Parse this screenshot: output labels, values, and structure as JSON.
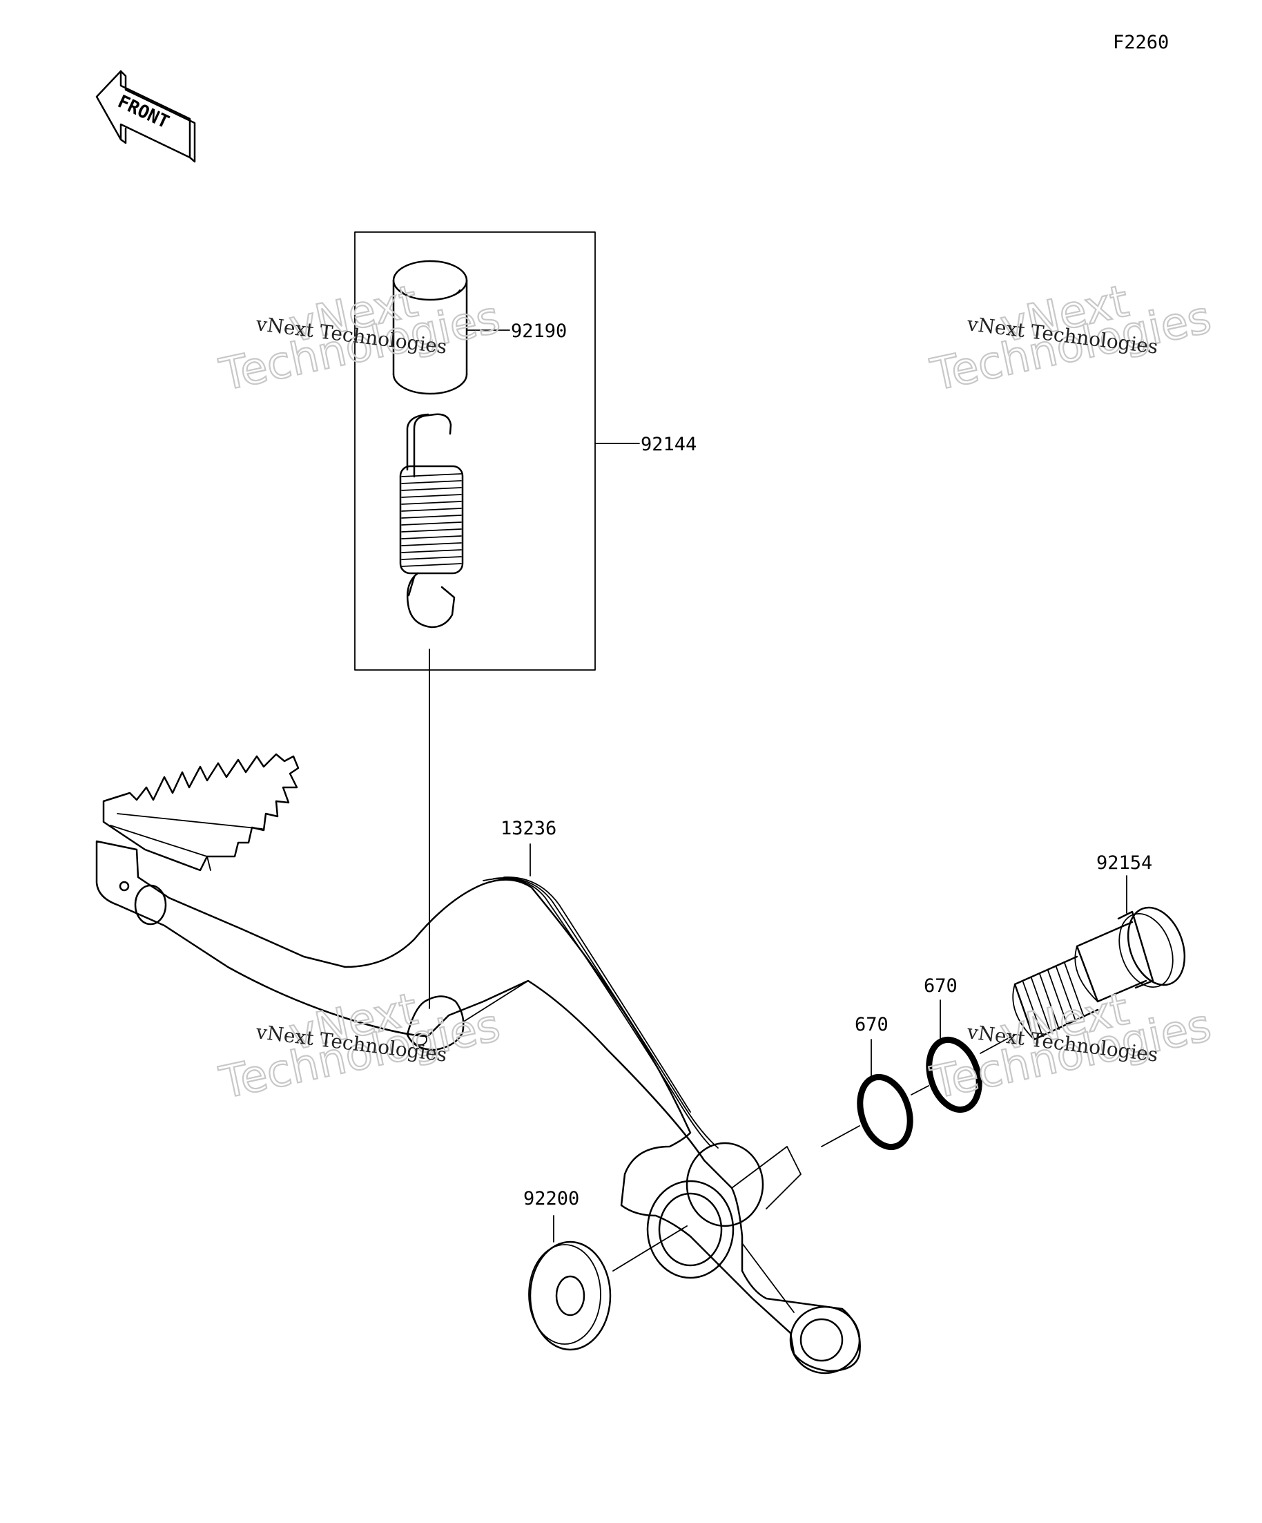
{
  "figure_code": "F2260",
  "front_label": "FRONT",
  "watermark": {
    "line1": "vNext Technologies",
    "line2": "vNext",
    "line3": "Technologies"
  },
  "parts": {
    "collar": "92190",
    "spring_set": "92144",
    "pedal": "13236",
    "washer": "92200",
    "o_ring_1": "670",
    "o_ring_2": "670",
    "bolt": "92154"
  }
}
